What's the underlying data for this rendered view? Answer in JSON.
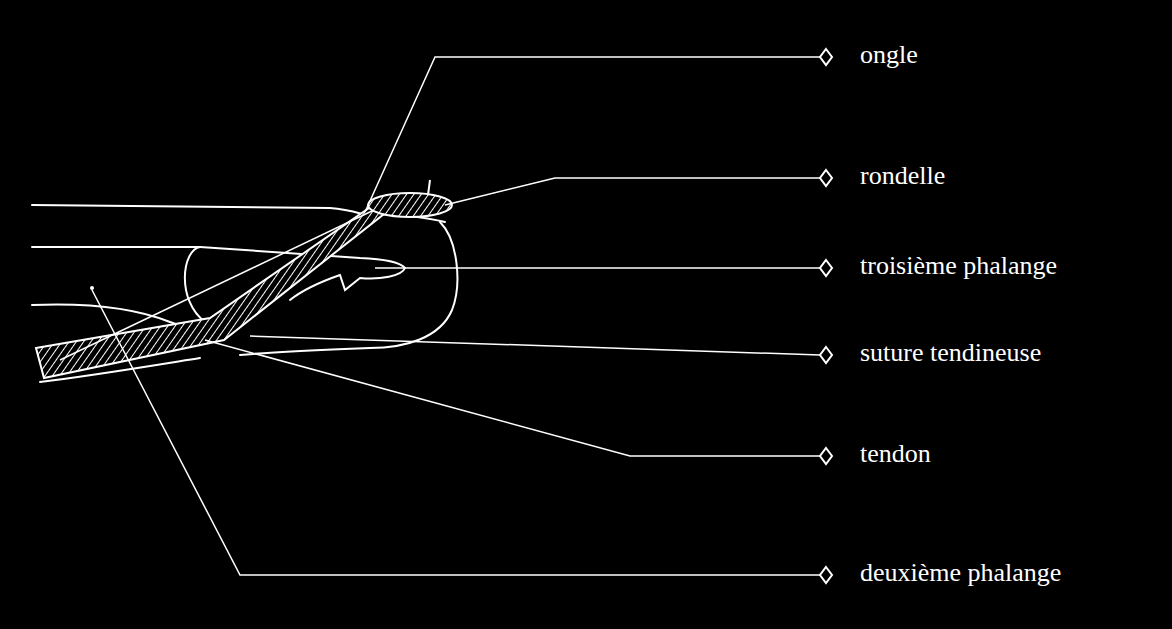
{
  "diagram": {
    "labels": [
      "ongle",
      "rondelle",
      "troisième phalange",
      "suture tendineuse",
      "tendon",
      "deuxième phalange"
    ]
  }
}
